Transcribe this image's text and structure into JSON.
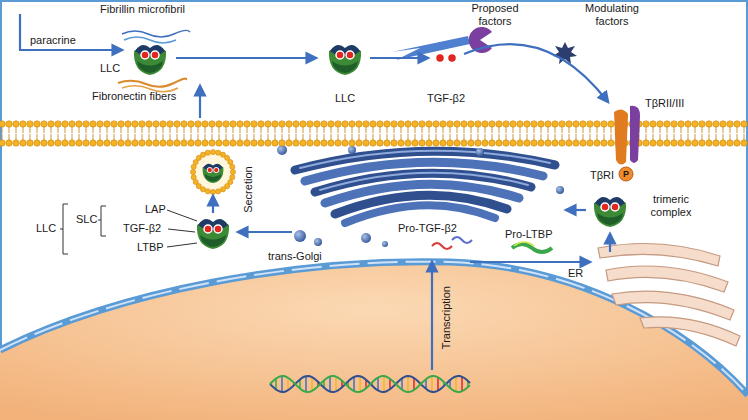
{
  "diagram": {
    "labels": [
      "paracrine",
      "Fibrillin microfibril",
      "LLC",
      "Fibronectin fibers",
      "Proposed factors",
      "Modulating factors",
      "LLC",
      "TGF-β2",
      "TβRII/III",
      "TβRI",
      "P",
      "Secretion",
      "LLC",
      "SLC",
      "LAP",
      "TGF-β2",
      "LTBP",
      "trans-Golgi",
      "Pro-TGF-β2",
      "Pro-LTBP",
      "trimeric complex",
      "ER",
      "Transcription"
    ]
  }
}
